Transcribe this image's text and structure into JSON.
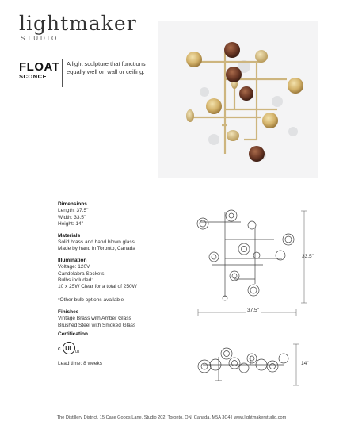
{
  "brand": {
    "name": "lightmaker",
    "sub": "STUDIO"
  },
  "product": {
    "name": "FLOAT",
    "type": "SCONCE",
    "tagline": "A light sculpture that functions equally well on wall or ceiling."
  },
  "specs": {
    "dimensions": {
      "title": "Dimensions",
      "lines": [
        "Length: 37.5\"",
        "Width: 33.5\"",
        "Height: 14\""
      ]
    },
    "materials": {
      "title": "Materials",
      "lines": [
        "Solid brass and hand blown glass",
        "Made by hand in Toronto, Canada"
      ]
    },
    "illumination": {
      "title": "Illumination",
      "lines": [
        "Voltage: 120V",
        "Candelabra Sockets",
        "Bulbs included:",
        "10 x 25W Clear for a total of 250W",
        "",
        "*Other bulb options available"
      ]
    },
    "finishes": {
      "title": "Finishes",
      "lines": [
        "Vintage Brass with Amber Glass",
        "Brushed Steel with Smoked Glass"
      ]
    },
    "certification": {
      "title": "Certification",
      "mark_c": "c",
      "mark_ul": "UL",
      "mark_us": "us"
    },
    "lead_time": "Lead time: 8 weeks"
  },
  "drawing": {
    "height_label": "33.5\"",
    "width_label": "37.5\"",
    "depth_label": "14\""
  },
  "footer": "The Distillery District, 15 Case Goods Lane, Studio 202, Toronto, ON, Canada, M5A 3C4 | www.lightmakerstudio.com",
  "colors": {
    "brass": "#c9b27a",
    "amber": "#d8b96e",
    "smoked": "#6b3a28",
    "background": "#f4f4f5"
  }
}
